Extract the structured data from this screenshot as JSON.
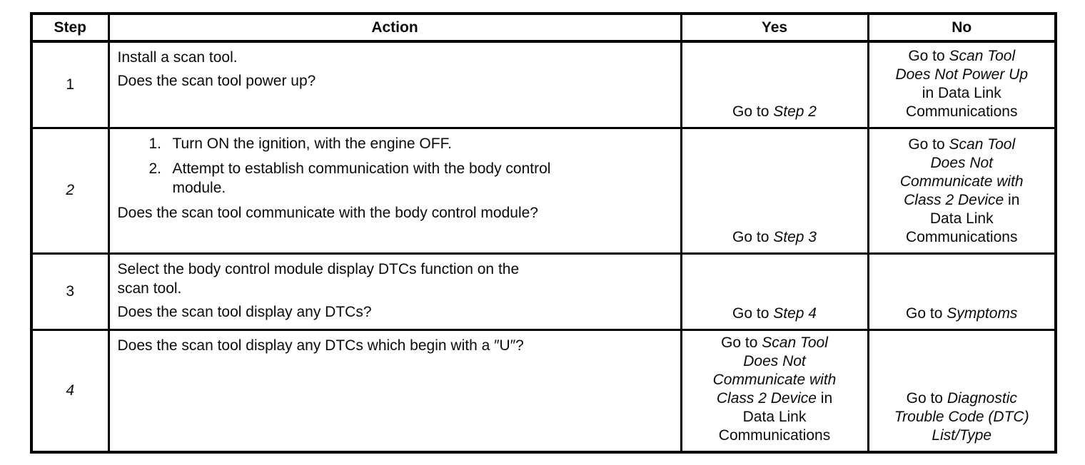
{
  "colors": {
    "ink": "#0a0a0a",
    "paper": "#ffffff",
    "border": "#000000"
  },
  "table": {
    "headers": [
      {
        "label": "Step"
      },
      {
        "label": "Action"
      },
      {
        "label": "Yes"
      },
      {
        "label": "No"
      }
    ],
    "rows": [
      {
        "step": {
          "text": "1",
          "italic": false
        },
        "action": [
          {
            "type": "paragraph",
            "text": "Install a scan tool."
          },
          {
            "type": "paragraph",
            "text": "Does the scan tool power up?"
          }
        ],
        "yes": [
          {
            "text": "Go to ",
            "italic": false
          },
          {
            "text": "Step 2",
            "italic": true
          }
        ],
        "no": [
          {
            "text": "Go to ",
            "italic": false
          },
          {
            "text": "Scan Tool\nDoes Not Power Up",
            "italic": true
          },
          {
            "text": "\nin Data Link\nCommunications",
            "italic": false
          }
        ]
      },
      {
        "step": {
          "text": "2",
          "italic": true
        },
        "action": [
          {
            "type": "list-item",
            "number": "1.",
            "text": "Turn ON the ignition, with the engine OFF."
          },
          {
            "type": "list-item",
            "number": "2.",
            "text": "Attempt to establish communication with the body control\nmodule."
          },
          {
            "type": "paragraph",
            "text": "Does the scan tool communicate with the body control module?"
          }
        ],
        "yes": [
          {
            "text": "Go to ",
            "italic": false
          },
          {
            "text": "Step 3",
            "italic": true
          }
        ],
        "no": [
          {
            "text": "Go to ",
            "italic": false
          },
          {
            "text": "Scan Tool\nDoes Not\nCommunicate with\nClass 2 Device",
            "italic": true
          },
          {
            "text": " in\nData Link\nCommunications",
            "italic": false
          }
        ]
      },
      {
        "step": {
          "text": "3",
          "italic": false
        },
        "action": [
          {
            "type": "paragraph",
            "text": "Select the body control module display DTCs function on the\nscan tool."
          },
          {
            "type": "paragraph",
            "text": "Does the scan tool display any DTCs?"
          }
        ],
        "yes": [
          {
            "text": "Go to ",
            "italic": false
          },
          {
            "text": "Step 4",
            "italic": true
          }
        ],
        "no": [
          {
            "text": "Go to ",
            "italic": false
          },
          {
            "text": "Symptoms",
            "italic": true
          }
        ]
      },
      {
        "step": {
          "text": "4",
          "italic": true
        },
        "action": [
          {
            "type": "paragraph",
            "text": "Does the scan tool display any DTCs which begin with a ″U″?"
          }
        ],
        "yes": [
          {
            "text": "Go to ",
            "italic": false
          },
          {
            "text": "Scan Tool\nDoes Not\nCommunicate with\nClass 2 Device",
            "italic": true
          },
          {
            "text": " in\nData Link\nCommunications",
            "italic": false
          }
        ],
        "no": [
          {
            "text": "Go to ",
            "italic": false
          },
          {
            "text": "Diagnostic\nTrouble Code (DTC)\nList/Type",
            "italic": true
          }
        ]
      }
    ]
  }
}
